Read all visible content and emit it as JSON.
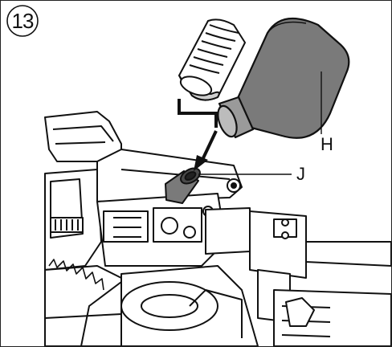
{
  "figure": {
    "step_number": "13",
    "labels": {
      "h": "H",
      "j": "J"
    }
  },
  "colors": {
    "outline": "#111111",
    "bottle_fill": "#7a7a7a",
    "cap_fill": "#bcbcbc",
    "background": "#ffffff"
  }
}
